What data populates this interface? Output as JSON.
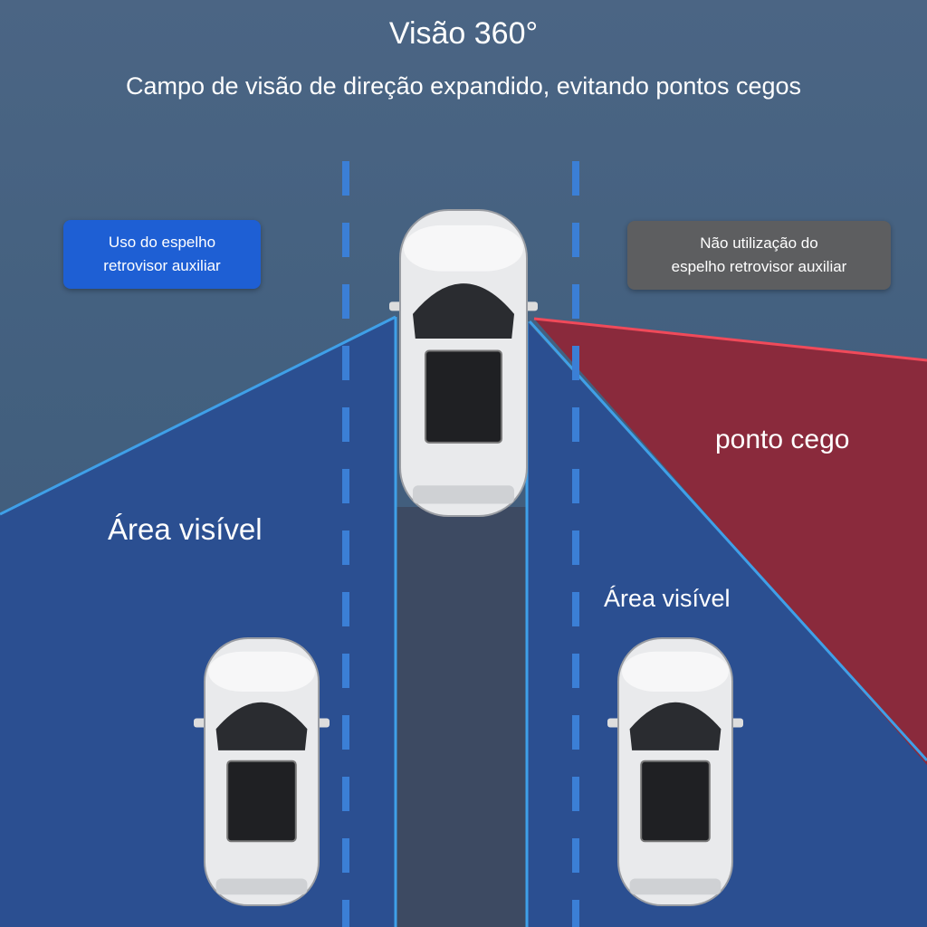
{
  "header": {
    "title": "Visão 360°",
    "subtitle": "Campo de visão de direção expandido, evitando pontos cegos"
  },
  "labels": {
    "with_mirror": [
      "Uso do espelho",
      "retrovisor auxiliar"
    ],
    "without_mirror": [
      "Não utilização do",
      "espelho retrovisor auxiliar"
    ],
    "visible_left": "Área visível",
    "visible_right": "Área visível",
    "blind_spot": "ponto cego"
  },
  "colors": {
    "visible": "#2b4f91",
    "blind": "#8a2a3c",
    "lane": "#3b7fd6",
    "accent_blue": "#1e5fd4"
  }
}
